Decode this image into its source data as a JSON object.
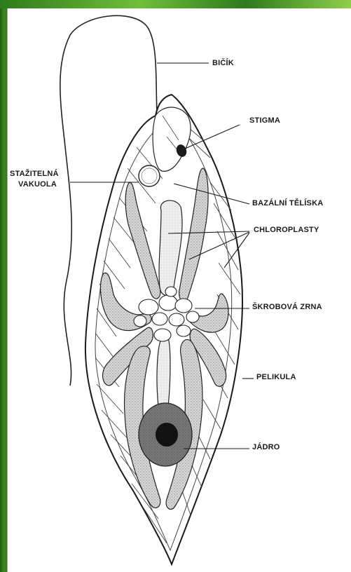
{
  "labels": {
    "bicik": "BIČÍK",
    "stigma": "STIGMA",
    "vakuola_1": "STAŽITELNÁ",
    "vakuola_2": "VAKUOLA",
    "bazalni": "BAZÁLNÍ TĚLÍSKA",
    "chloroplasty": "CHLOROPLASTY",
    "skrobova": "ŠKROBOVÁ ZRNA",
    "pelikula": "PELIKULA",
    "jadro": "JÁDRO"
  }
}
